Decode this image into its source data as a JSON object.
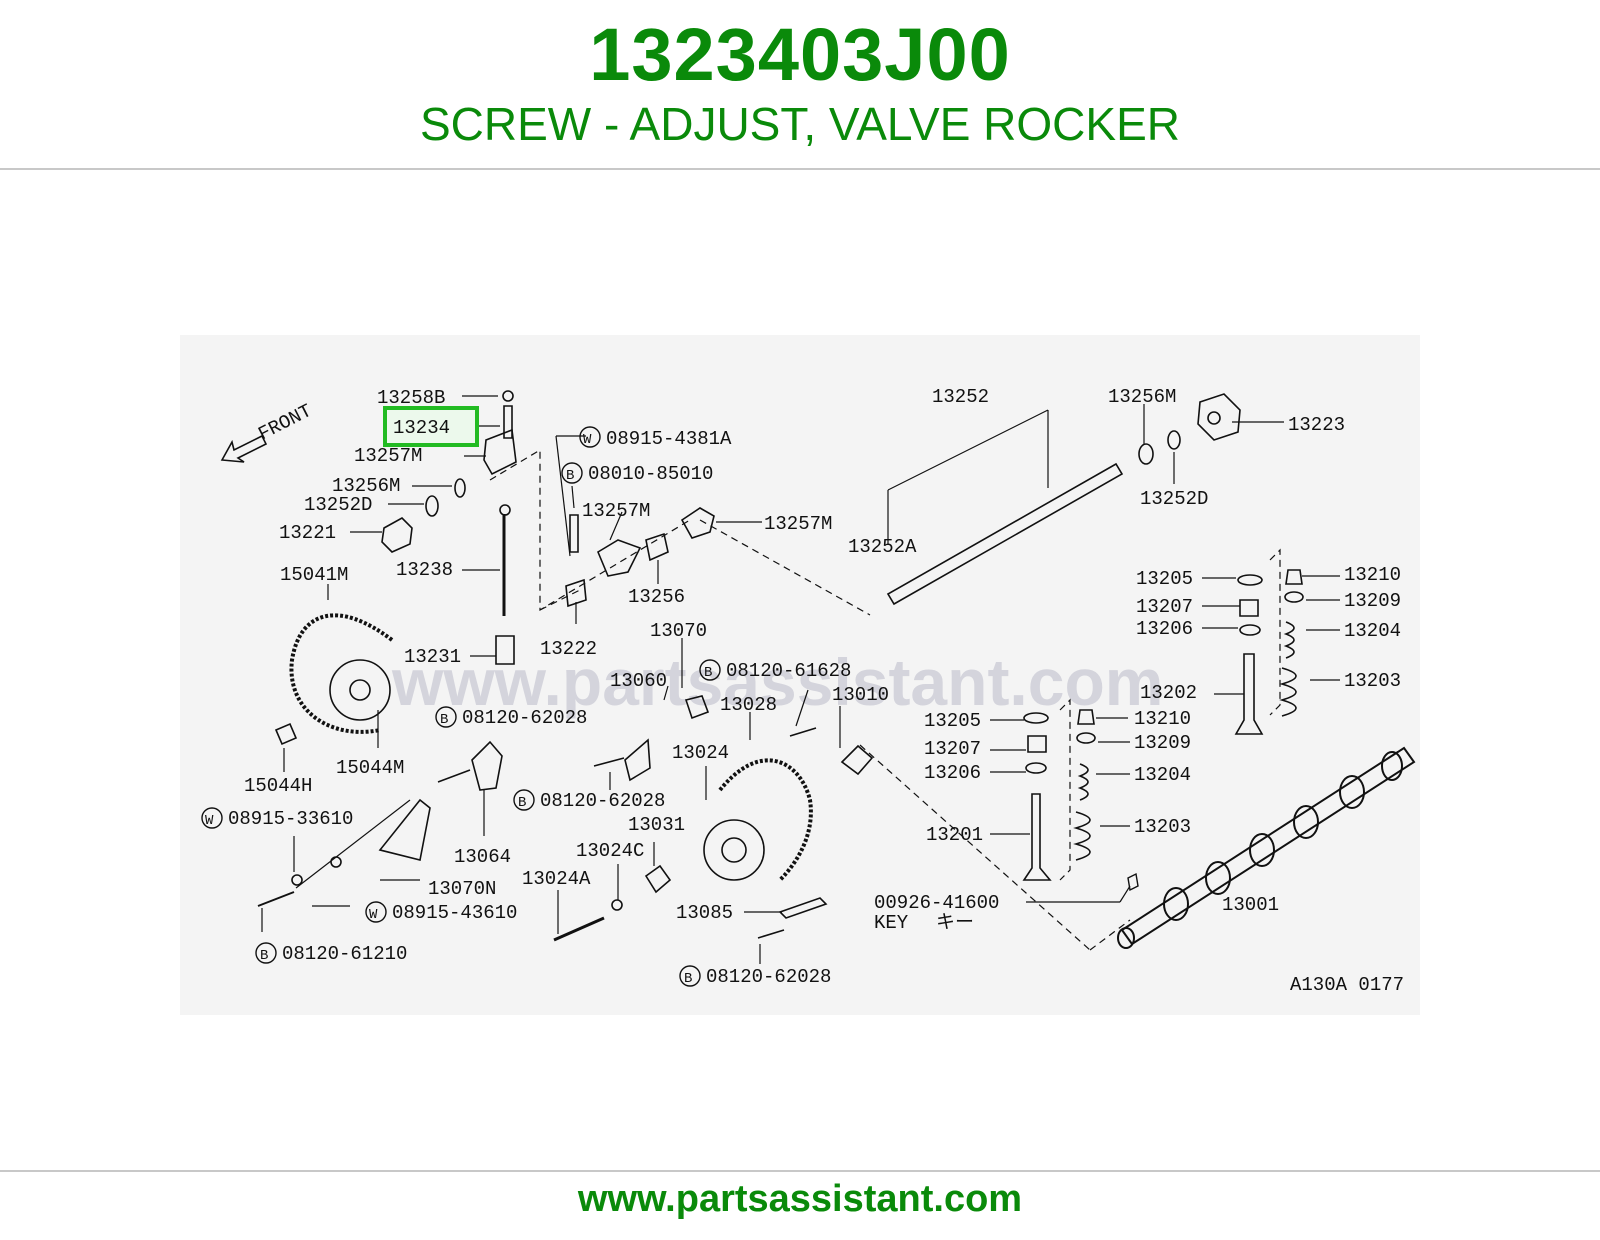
{
  "header": {
    "part_number": "1323403J00",
    "description": "SCREW - ADJUST, VALVE ROCKER"
  },
  "diagram": {
    "front_label": "FRONT",
    "watermark": "www.partsassistant.com",
    "reference_code": "A130A 0177",
    "highlighted_part": "13234",
    "key_label": "KEY",
    "key_jp": "キー",
    "labels": {
      "l13258B": "13258B",
      "l13234": "13234",
      "l13257M_a": "13257M",
      "l13256M_a": "13256M",
      "l13252D_a": "13252D",
      "l13221": "13221",
      "l13238": "13238",
      "l15041M": "15041M",
      "l13231": "13231",
      "l15044H": "15044H",
      "l15044M": "15044M",
      "l08915_4381A": "08915-4381A",
      "l08010_85010": "08010-85010",
      "l13257M_b": "13257M",
      "l13257M_c": "13257M",
      "l13256": "13256",
      "l13222": "13222",
      "l13070": "13070",
      "l13060": "13060",
      "l08120_61628": "08120-61628",
      "l08120_62028_a": "08120-62028",
      "l13028": "13028",
      "l13010": "13010",
      "l13024": "13024",
      "l08120_62028_b": "08120-62028",
      "l13064": "13064",
      "l08915_33610": "08915-33610",
      "l13070N": "13070N",
      "l13031": "13031",
      "l13024C": "13024C",
      "l13024A": "13024A",
      "l08915_43610": "08915-43610",
      "l08120_61210": "08120-61210",
      "l13085": "13085",
      "l08120_62028_c": "08120-62028",
      "l13252": "13252",
      "l13256M_b": "13256M",
      "l13223": "13223",
      "l13252D_b": "13252D",
      "l13252A": "13252A",
      "l13205_a": "13205",
      "l13207_a": "13207",
      "l13206_a": "13206",
      "l13210_a": "13210",
      "l13209_a": "13209",
      "l13204_a": "13204",
      "l13203_a": "13203",
      "l13202": "13202",
      "l13205_b": "13205",
      "l13207_b": "13207",
      "l13206_b": "13206",
      "l13210_b": "13210",
      "l13209_b": "13209",
      "l13204_b": "13204",
      "l13203_b": "13203",
      "l13201": "13201",
      "l00926_41600": "00926-41600",
      "l13001": "13001"
    },
    "symbols": {
      "washer": "W",
      "bolt": "B"
    }
  },
  "footer": {
    "url": "www.partsassistant.com"
  },
  "colors": {
    "brand_green": "#0a8a0a",
    "highlight_green": "#22bb22"
  }
}
